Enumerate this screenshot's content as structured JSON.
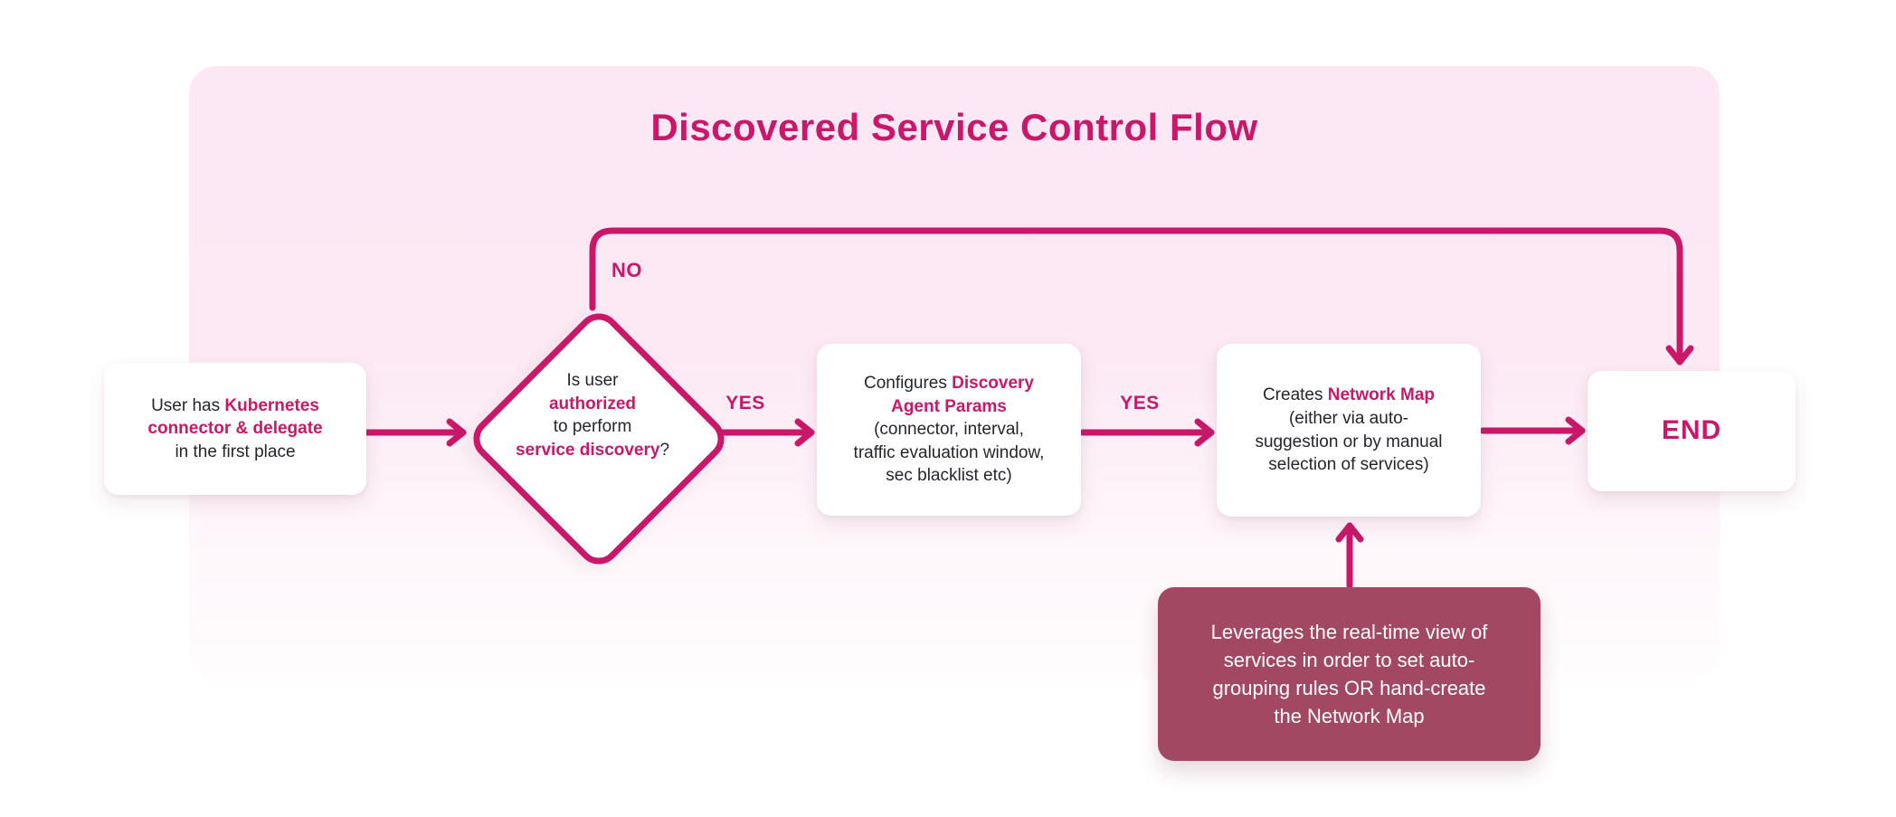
{
  "title": "Discovered Service Control Flow",
  "colors": {
    "accent_pink": "#c9186a",
    "panel_gradient_top": "#fce8f4",
    "panel_gradient_bottom": "#fffdfe",
    "node_background": "#ffffff",
    "node_text": "#23262d",
    "note_background": "#a34863",
    "note_text": "#ffffff"
  },
  "labels": {
    "yes_1": "YES",
    "yes_2": "YES",
    "no": "NO"
  },
  "nodes": {
    "start": {
      "segments": [
        {
          "text": "User has ",
          "accent": false
        },
        {
          "text": "Kubernetes",
          "accent": true
        },
        {
          "br": true
        },
        {
          "text": "connector & delegate",
          "accent": true
        },
        {
          "br": true
        },
        {
          "text": "in the first place",
          "accent": false
        }
      ]
    },
    "decision": {
      "segments": [
        {
          "text": "Is user",
          "accent": false
        },
        {
          "br": true
        },
        {
          "text": "authorized",
          "accent": true
        },
        {
          "br": true
        },
        {
          "text": "to perform",
          "accent": false
        },
        {
          "br": true
        },
        {
          "text": "service discovery",
          "accent": true
        },
        {
          "text": "?",
          "accent": false
        }
      ]
    },
    "configure": {
      "segments": [
        {
          "text": "Configures ",
          "accent": false
        },
        {
          "text": "Discovery",
          "accent": true
        },
        {
          "br": true
        },
        {
          "text": "Agent Params",
          "accent": true
        },
        {
          "br": true
        },
        {
          "text": "(connector, interval,",
          "accent": false
        },
        {
          "br": true
        },
        {
          "text": "traffic evaluation window,",
          "accent": false
        },
        {
          "br": true
        },
        {
          "text": "sec blacklist etc)",
          "accent": false
        }
      ]
    },
    "create": {
      "segments": [
        {
          "text": "Creates ",
          "accent": false
        },
        {
          "text": "Network Map",
          "accent": true
        },
        {
          "br": true
        },
        {
          "text": "(either via auto-",
          "accent": false
        },
        {
          "br": true
        },
        {
          "text": "suggestion or by manual",
          "accent": false
        },
        {
          "br": true
        },
        {
          "text": "selection of services)",
          "accent": false
        }
      ]
    },
    "end": {
      "label": "END"
    },
    "note": {
      "segments": [
        {
          "text": "Leverages the real-time view of",
          "accent": false
        },
        {
          "br": true
        },
        {
          "text": "services in order to set auto-",
          "accent": false
        },
        {
          "br": true
        },
        {
          "text": "grouping rules OR hand-create",
          "accent": false
        },
        {
          "br": true
        },
        {
          "text": "the Network Map",
          "accent": false
        }
      ]
    }
  }
}
